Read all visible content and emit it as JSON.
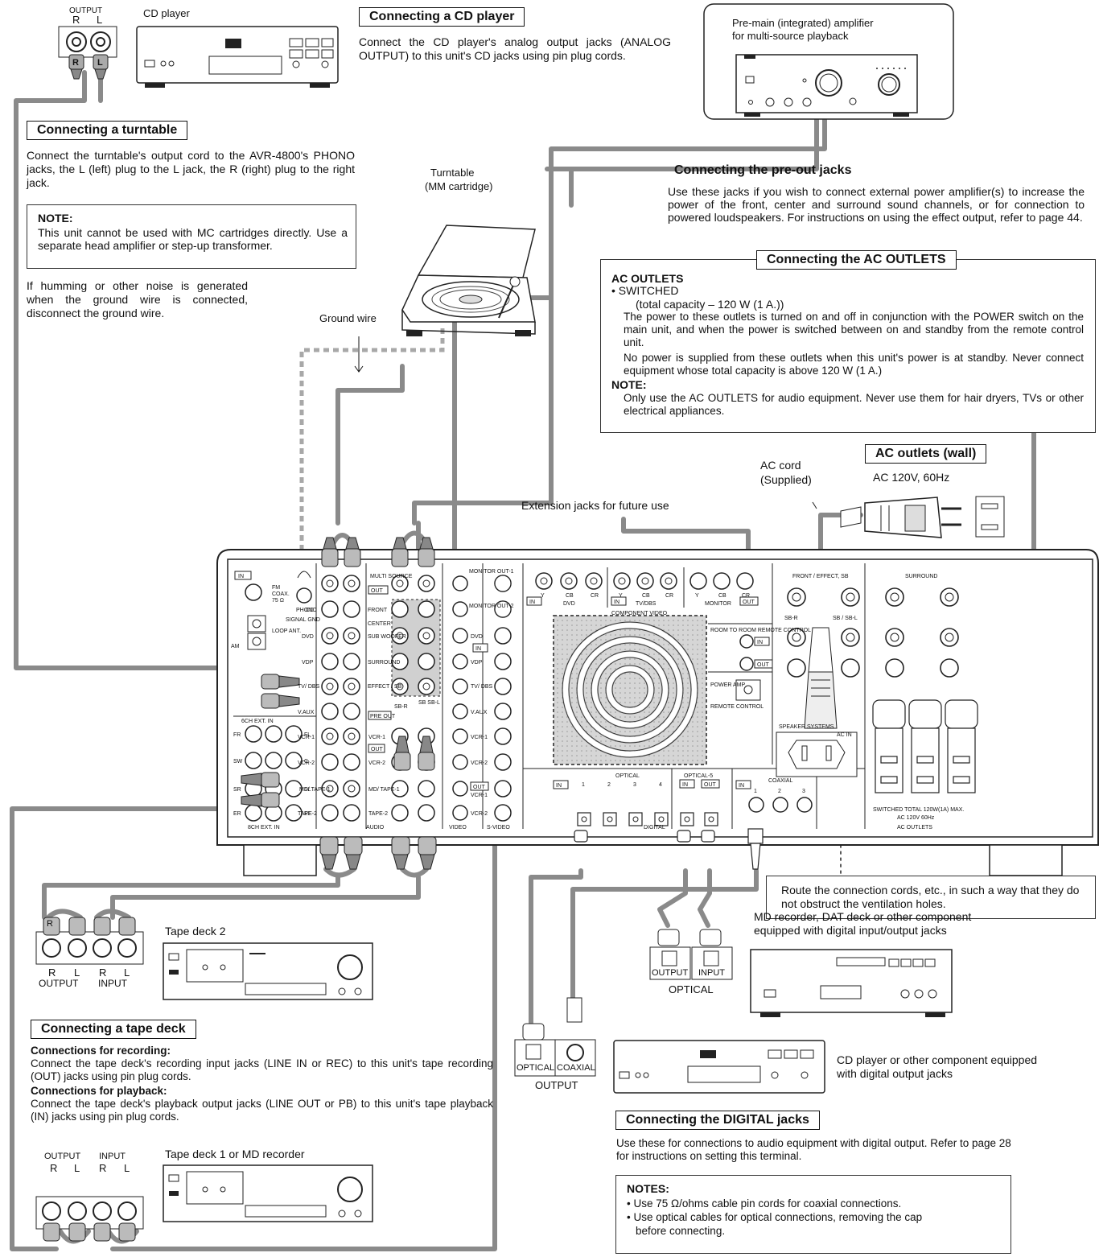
{
  "cd_player": {
    "device_label": "CD player",
    "output_label": "OUTPUT",
    "r": "R",
    "l": "L",
    "heading": "Connecting a CD player",
    "body": "Connect the CD player's analog output jacks (ANALOG OUTPUT) to this unit's CD jacks using pin plug cords."
  },
  "turntable": {
    "heading": "Connecting a turntable",
    "body": "Connect the turntable's output cord to the AVR-4800's PHONO jacks, the L (left) plug to the L jack, the R (right) plug to the right jack.",
    "note_title": "NOTE:",
    "note_body": "This unit cannot be used with MC cartridges directly. Use a separate head amplifier or step-up transformer.",
    "hum_text": "If humming or other noise is generated when the ground wire is connected, disconnect the ground wire.",
    "device_label_1": "Turntable",
    "device_label_2": "(MM cartridge)",
    "ground_wire": "Ground wire"
  },
  "premain": {
    "label_1": "Pre-main (integrated) amplifier",
    "label_2": "for multi-source playback"
  },
  "preout": {
    "heading": "Connecting the pre-out jacks",
    "body": "Use these jacks if you wish to connect external power amplifier(s) to increase the power of the front, center and surround sound channels, or for connection to powered loudspeakers. For instructions on using the effect output, refer to page 44."
  },
  "ac_outlets": {
    "heading": "Connecting the AC OUTLETS",
    "title": "AC OUTLETS",
    "switched": "• SWITCHED",
    "capacity": "(total capacity – 120 W (1 A.))",
    "p1": "The power to these outlets is turned on and off in conjunction with the POWER switch on the main unit, and when the power is switched between on and standby from the remote control unit.",
    "p2": "No power is supplied from these outlets when this unit's power is at standby. Never connect equipment whose total capacity is above 120 W (1 A.)",
    "note_title": "NOTE:",
    "note_body": "Only use the AC OUTLETS for audio equipment. Never use them for hair dryers, TVs or other electrical appliances.",
    "wall_heading": "AC outlets (wall)",
    "wall_spec": "AC 120V, 60Hz",
    "cord_1": "AC cord",
    "cord_2": "(Supplied)"
  },
  "extension": "Extension jacks for future use",
  "ventilation": "Route the connection cords, etc., in such a way that they do not obstruct the ventilation holes.",
  "tape2": {
    "device": "Tape deck 2",
    "r": "R",
    "l": "L",
    "output": "OUTPUT",
    "input": "INPUT"
  },
  "tape": {
    "heading": "Connecting a tape deck",
    "rec_title": "Connections for recording:",
    "rec_body": "Connect the tape deck's recording input jacks (LINE IN or REC) to this unit's tape recording (OUT) jacks using pin plug cords.",
    "play_title": "Connections for playback:",
    "play_body": "Connect the tape deck's playback output jacks (LINE OUT or PB) to this unit's tape playback (IN) jacks using pin plug cords."
  },
  "tape1": {
    "device": "Tape deck 1 or MD recorder",
    "output": "OUTPUT",
    "input": "INPUT",
    "r": "R",
    "l": "L"
  },
  "md": {
    "label_1": "MD recorder, DAT deck or other component",
    "label_2": "equipped with digital input/output jacks",
    "output": "OUTPUT",
    "input": "INPUT",
    "optical": "OPTICAL"
  },
  "cd_digital": {
    "label_1": "CD player or other component equipped",
    "label_2": "with digital output jacks",
    "optical": "OPTICAL",
    "coaxial": "COAXIAL",
    "output": "OUTPUT"
  },
  "digital": {
    "heading": "Connecting the DIGITAL jacks",
    "body": "Use these for connections to audio equipment with digital output. Refer to page 28 for instructions on setting this terminal.",
    "notes_title": "NOTES:",
    "note_1": "• Use 75 Ω/ohms cable pin cords for coaxial connections.",
    "note_2": "• Use optical cables for optical connections, removing the cap",
    "note_3": "before connecting."
  },
  "panel": {
    "in": "IN",
    "out": "OUT",
    "fm": "FM",
    "coax": "COAX.",
    "ohm": "75 Ω",
    "phono": "PHONO",
    "signal_gnd": "SIGNAL GND",
    "loop_ant": "LOOP ANT.",
    "am": "AM",
    "cd": "CD",
    "dvd": "DVD",
    "vdp": "VDP",
    "tvdbs": "TV/ DBS",
    "vaux": "V.AUX",
    "vcr1": "VCR-1",
    "vcr2": "VCR-2",
    "mdtape1": "MD/ TAPE-1",
    "tape2": "TAPE-2",
    "multi_source": "MULTI SOURCE",
    "front": "FRONT",
    "center": "CENTER",
    "sub_woofer": "SUB WOOFER",
    "surround": "SURROUND",
    "effect_sb": "EFFECT / SB",
    "sb_r": "SB-R",
    "sb_sbl": "SB SB-L",
    "pre_out": "PRE OUT",
    "six_ch": "6CH EXT. IN",
    "eight_ch": "8CH EXT. IN",
    "fr": "FR",
    "fl": "FL",
    "sw": "SW",
    "c": "C",
    "sr": "SR",
    "sl": "SL",
    "er": "ER",
    "el": "EL",
    "audio": "AUDIO",
    "video": "VIDEO",
    "s_video": "S-VIDEO",
    "monitor_out1": "MONITOR OUT-1",
    "monitor_out2": "MONITOR OUT-2",
    "y": "Y",
    "cb": "CB",
    "cr": "CR",
    "dvd_comp": "DVD",
    "tvdbs_comp": "TV/DBS",
    "monitor": "MONITOR",
    "component_video": "COMPONENT VIDEO",
    "room_to_room": "ROOM TO ROOM REMOTE CONTROL",
    "power_amp": "POWER AMP",
    "remote_control": "REMOTE CONTROL",
    "optical": "OPTICAL",
    "optical5": "OPTICAL-5",
    "coaxial": "COAXIAL",
    "digital": "DIGITAL",
    "n1": "1",
    "n2": "2",
    "n3": "3",
    "n4": "4",
    "front_effect": "FRONT / EFFECT, SB",
    "surround_sp": "SURROUND",
    "sb_sbl_sp": "SB / SB-L",
    "speaker_systems": "SPEAKER SYSTEMS",
    "ac_in": "AC IN",
    "switched_total": "SWITCHED TOTAL 120W(1A) MAX.",
    "ac_spec": "AC 120V  60Hz",
    "ac_outlets": "AC OUTLETS"
  }
}
